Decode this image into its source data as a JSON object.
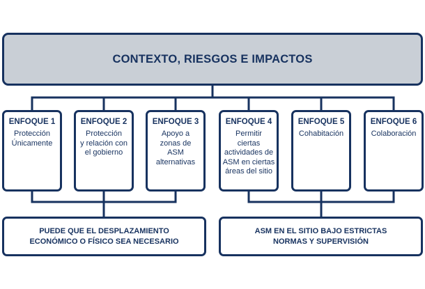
{
  "diagram": {
    "top_title": "CONTEXTO, RIESGOS E IMPACTOS",
    "enfoques": [
      {
        "title": "ENFOQUE 1",
        "desc": "Protección\nÚnicamente"
      },
      {
        "title": "ENFOQUE 2",
        "desc": "Protección\ny relación con\nel gobierno"
      },
      {
        "title": "ENFOQUE 3",
        "desc": "Apoyo a\nzonas de\nASM\nalternativas"
      },
      {
        "title": "ENFOQUE 4",
        "desc": "Permitir\nciertas\nactividades de\nASM en ciertas\náreas del sitio"
      },
      {
        "title": "ENFOQUE 5",
        "desc": "Cohabitación"
      },
      {
        "title": "ENFOQUE 6",
        "desc": "Colaboración"
      }
    ],
    "bottom_left": "PUEDE QUE EL DESPLAZAMIENTO\nECONÓMICO O FÍSICO SEA NECESARIO",
    "bottom_right": "ASM EN EL SITIO BAJO ESTRICTAS\nNORMAS Y SUPERVISIÓN"
  },
  "colors": {
    "navy": "#17325f",
    "header_fill": "#c9cfd6",
    "background": "#ffffff"
  }
}
